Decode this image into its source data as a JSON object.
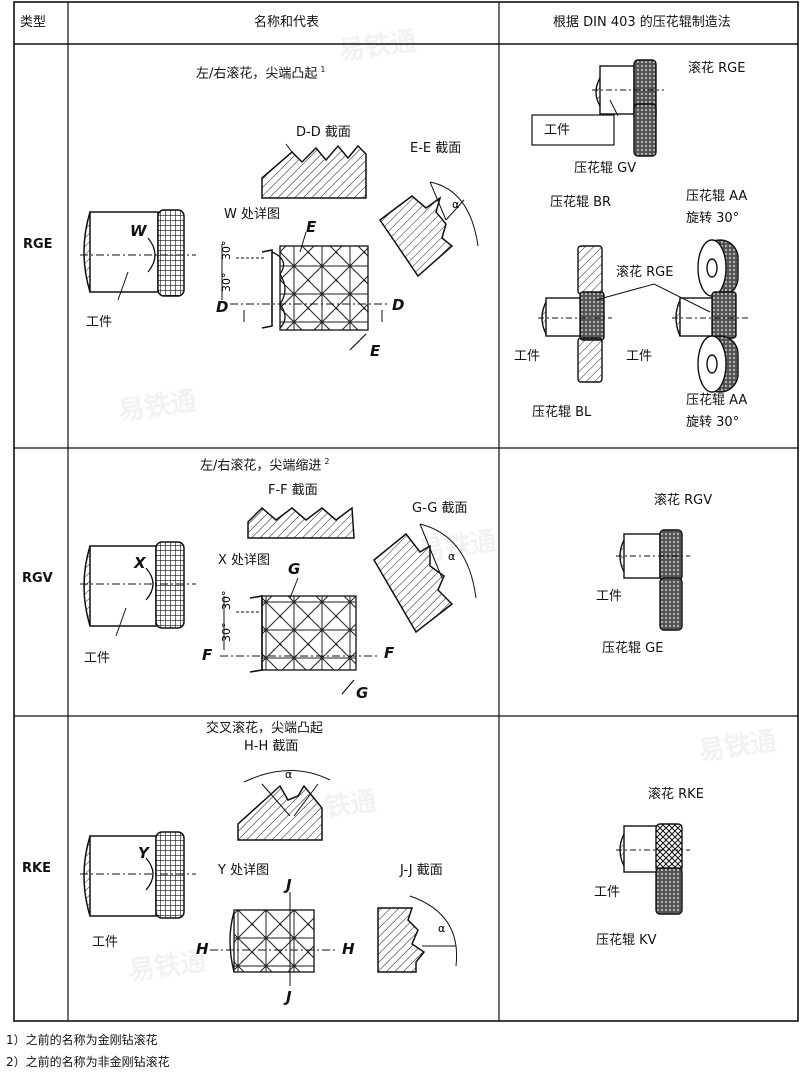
{
  "header": {
    "type": "类型",
    "name": "名称和代表",
    "method": "根据 DIN 403 的压花辊制造法"
  },
  "rows": [
    {
      "code": "RGE",
      "title": "左/右滚花，尖端凸起",
      "title_sup": "1",
      "section1": "D-D 截面",
      "section2": "E-E 截面",
      "detail": "W 处详图",
      "detail_letter": "W",
      "cut_letter_1": "D",
      "cut_letter_2": "E",
      "workpiece": "工件",
      "method": {
        "knurl": "滚花 RGE",
        "workpiece_box": "工件",
        "roller": "压花辊  GV",
        "roller_br": "压花辊  BR",
        "roller_aa_top": "压花辊  AA",
        "rot_top": "旋转 30°",
        "knurl2": "滚花 RGE",
        "workpiece_l": "工件",
        "workpiece_r": "工件",
        "roller_bl": "压花辊  BL",
        "roller_aa_bot": "压花辊  AA",
        "rot_bot": "旋转 30°"
      }
    },
    {
      "code": "RGV",
      "title": "左/右滚花，尖端缩进",
      "title_sup": "2",
      "section1": "F-F 截面",
      "section2": "G-G 截面",
      "detail": "X 处详图",
      "detail_letter": "X",
      "cut_letter_1": "F",
      "cut_letter_2": "G",
      "workpiece": "工件",
      "method": {
        "knurl": "滚花 RGV",
        "workpiece": "工件",
        "roller": "压花辊  GE"
      }
    },
    {
      "code": "RKE",
      "title": "交叉滚花，尖端凸起",
      "section1": "H-H 截面",
      "section2": "J-J 截面",
      "detail": "Y 处详图",
      "detail_letter": "Y",
      "cut_letter_1": "H",
      "cut_letter_2": "J",
      "workpiece": "工件",
      "method": {
        "knurl": "滚花 RKE",
        "workpiece": "工件",
        "roller": "压花辊  KV"
      }
    }
  ],
  "dims": {
    "a30": "30°",
    "a30b": "30°",
    "alpha": "α"
  },
  "footnotes": [
    "1）之前的名称为金刚钻滚花",
    "2）之前的名称为非金刚钻滚花"
  ],
  "watermark": "易铁通"
}
